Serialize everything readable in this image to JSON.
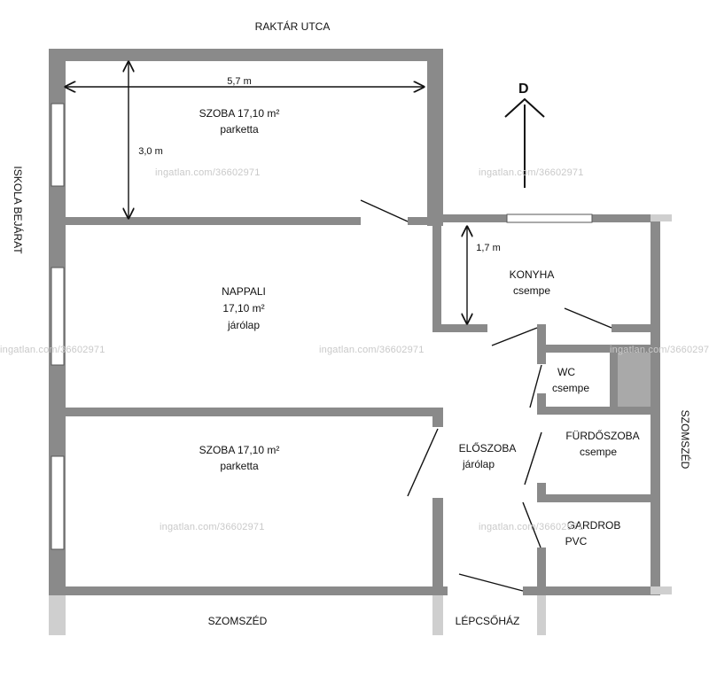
{
  "streets": {
    "top": "RAKTÁR UTCA",
    "left": "ISKOLA BEJÁRAT",
    "right": "SZOMSZÉD",
    "bottom": "SZOMSZÉD",
    "stairs": "LÉPCSŐHÁZ"
  },
  "north": "D",
  "rooms": {
    "szoba1": {
      "name": "SZOBA 17,10 m²",
      "floor": "parketta"
    },
    "nappali": {
      "name": "NAPPALI",
      "area": "17,10 m²",
      "floor": "járólap"
    },
    "szoba2": {
      "name": "SZOBA 17,10 m²",
      "floor": "parketta"
    },
    "konyha": {
      "name": "KONYHA",
      "floor": "csempe"
    },
    "wc": {
      "name": "WC",
      "floor": "csempe"
    },
    "furdo": {
      "name": "FÜRDŐSZOBA",
      "floor": "csempe"
    },
    "eloszoba": {
      "name": "ELŐSZOBA",
      "floor": "járólap"
    },
    "gardrob": {
      "name": "GARDROB",
      "floor": "PVC"
    }
  },
  "dimensions": {
    "width": "5,7 m",
    "depth": "3,0 m",
    "kitchen": "1,7 m"
  },
  "watermark": "ingatlan.com/36602971",
  "colors": {
    "wall": "#8a8a8a",
    "wall_light": "#c8c8c8",
    "shaft": "#a9a9a9"
  }
}
